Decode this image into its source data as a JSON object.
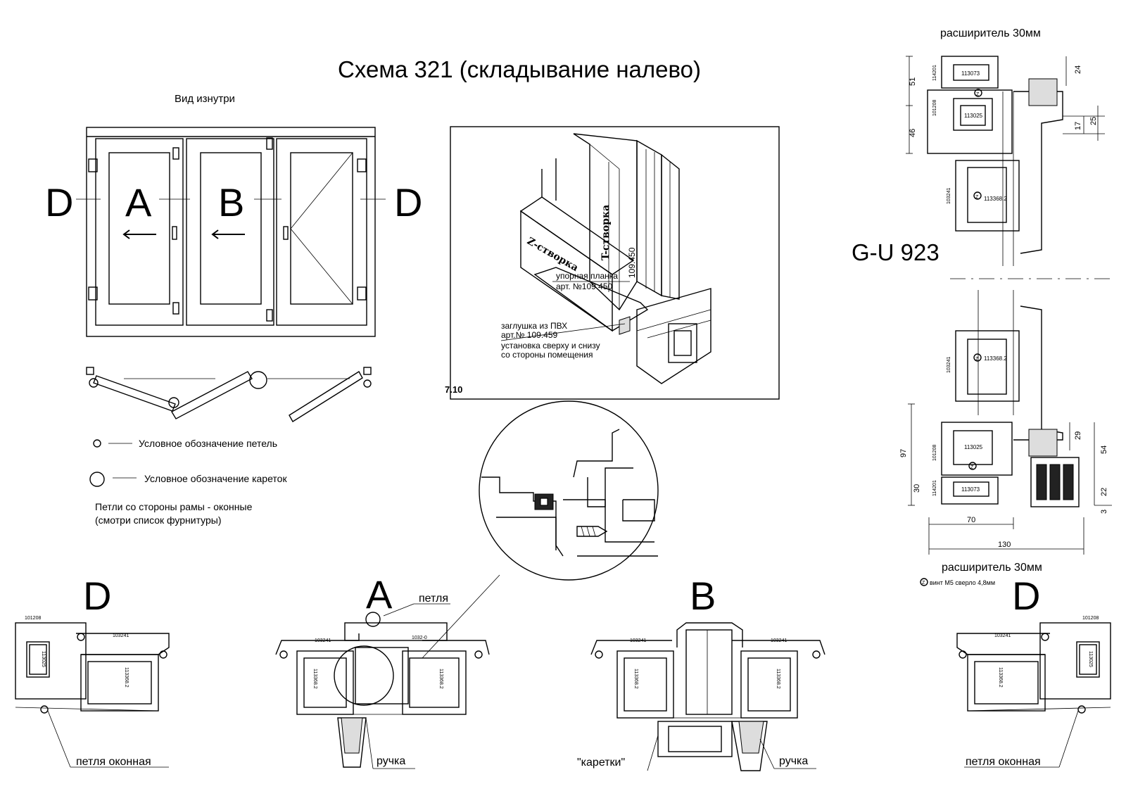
{
  "title": "Схема 321 (складывание налево)",
  "view_label": "Вид изнутри",
  "sash_letters": {
    "d_left": "D",
    "a": "A",
    "b": "B",
    "d_right": "D"
  },
  "legend": {
    "hinges": "Условное обозначение петель",
    "carriages": "Условное обозначение кареток",
    "note_line1": "Петли со стороны рамы - оконные",
    "note_line2": "(смотри список фурнитуры)"
  },
  "iso": {
    "z_sash": "Z-створка",
    "t_sash": "T-створка",
    "article_vertical": "109.450",
    "stop_bar_line1": "упорная планка",
    "stop_bar_line2": "арт. №109.450",
    "plug_line1": "заглушка из ПВХ",
    "plug_line2": "арт.№  109.459",
    "plug_line3": "установка сверху и снизу",
    "plug_line4": "со стороны помещения",
    "fig_number": "7.10"
  },
  "right": {
    "expander_top": "расширитель 30мм",
    "expander_bottom": "расширитель 30мм",
    "system": "G-U 923",
    "screw_symbol": "Z",
    "screw_note": "винт М5 сверло 4,8мм",
    "dims_top": {
      "d24": "24",
      "d17": "17",
      "d25": "25",
      "d51": "51",
      "d46": "46"
    },
    "dims_bottom": {
      "d29": "29",
      "d54": "54",
      "d22": "22",
      "d3": "3",
      "d97": "97",
      "d30": "30",
      "d70": "70",
      "d130": "130"
    },
    "profiles_top": {
      "p1": "113073",
      "p2": "113025",
      "p3": "113368.2",
      "s1": "114201",
      "s2": "101208",
      "s3": "103241"
    },
    "profiles_bottom": {
      "p1": "113368.2",
      "p2": "113025",
      "p3": "113073",
      "s1": "103241",
      "s2": "101208",
      "s3": "114201"
    }
  },
  "sections": {
    "d_left_letter": "D",
    "a_letter": "A",
    "b_letter": "B",
    "d_right_letter": "D",
    "hinge_label": "петля",
    "window_hinge_left": "петля оконная",
    "window_hinge_right": "петля оконная",
    "handle_left": "ручка",
    "handle_right": "ручка",
    "carriages": "\"каретки\"",
    "codes": {
      "c101208": "101208",
      "c103241": "103241",
      "c113025": "113025",
      "c113368": "113368.2",
      "c1032": "1032-0"
    }
  }
}
